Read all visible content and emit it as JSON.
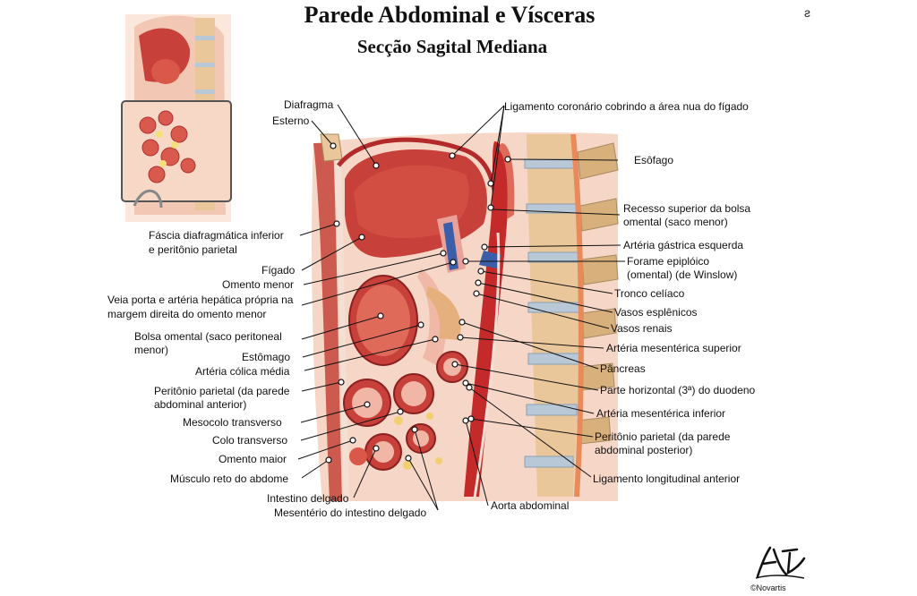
{
  "header": {
    "title": "Parede Abdominal e Vísceras",
    "subtitle": "Secção Sagital Mediana",
    "corner_mark": "ƨ"
  },
  "labels": {
    "diafragma": "Diafragma",
    "esterno": "Esterno",
    "ligamento_coronario": "Ligamento coronário cobrindo a área nua do fígado",
    "esofago": "Esôfago",
    "recesso_superior_1": "Recesso superior da bolsa",
    "recesso_superior_2": "omental (saco menor)",
    "fascia_1": "Fáscia diafragmática inferior",
    "fascia_2": "e peritônio parietal",
    "arteria_gastrica": "Artéria gástrica esquerda",
    "forame_1": "Forame epiplóico",
    "forame_2": "(omental) (de Winslow)",
    "figado": "Fígado",
    "omento_menor": "Omento menor",
    "tronco_celiaco": "Tronco celíaco",
    "veia_porta_1": "Veia porta e artéria hepática própria na",
    "veia_porta_2": "margem direita do omento menor",
    "vasos_esplenicos": "Vasos esplênicos",
    "vasos_renais": "Vasos renais",
    "bolsa_omental_1": "Bolsa omental (saco peritoneal",
    "bolsa_omental_2": "menor)",
    "arteria_mesenterica_sup": "Artéria mesentérica superior",
    "estomago": "Estômago",
    "pancreas": "Pâncreas",
    "arteria_colica": "Artéria cólica média",
    "peritonio_ant_1": "Peritônio parietal (da parede",
    "peritonio_ant_2": "abdominal anterior)",
    "parte_horizontal": "Parte horizontal (3ª) do duodeno",
    "mesocolo": "Mesocolo transverso",
    "arteria_mesenterica_inf": "Artéria mesentérica inferior",
    "colo_transverso": "Colo transverso",
    "peritonio_post_1": "Peritônio parietal (da parede",
    "peritonio_post_2": "abdominal posterior)",
    "omento_maior": "Omento maior",
    "musculo_reto": "Músculo reto do abdome",
    "ligamento_longitudinal": "Ligamento longitudinal anterior",
    "intestino_delgado": "Intestino delgado",
    "mesenterio": "Mesentério do intestino delgado",
    "aorta": "Aorta abdominal"
  },
  "footer": {
    "copyright": "©Novartis"
  },
  "colors": {
    "liver": "#c8403a",
    "liver_light": "#e06a5a",
    "stomach": "#d85a4e",
    "bone": "#e9c79a",
    "disc": "#b8c8d6",
    "aorta": "#c42a2a",
    "peritoneum": "#f4cfc0",
    "fat": "#f0d070"
  }
}
